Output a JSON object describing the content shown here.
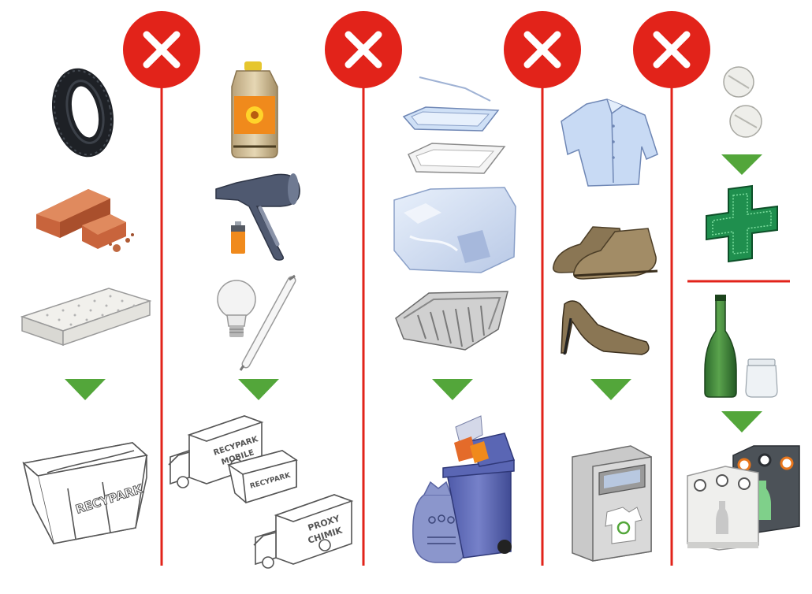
{
  "colors": {
    "divider_red": "#e2231a",
    "x_circle_red": "#e2231a",
    "arrow_green": "#53a63a",
    "pharmacy_green": "#1f8f4e",
    "outline_gray": "#555555"
  },
  "labels": {
    "recypark_container": "RECYPARK",
    "mobile_truck_line1": "RECYPARK",
    "mobile_truck_line2": "MOBILE",
    "small_container": "RECYPARK",
    "chem_truck_line1": "PROXY",
    "chem_truck_line2": "CHIMIK"
  },
  "columns": [
    {
      "id": "bulky",
      "items": [
        "tire-icon",
        "bricks-icon",
        "mattress-icon"
      ],
      "destination": "recypark-container"
    },
    {
      "id": "hazardous",
      "items": [
        "oil-bottle-icon",
        "hair-dryer-icon",
        "battery-icon",
        "light-bulb-icon",
        "fluorescent-tube-icon"
      ],
      "destination": "recypark-mobile-and-proxy-chimik"
    },
    {
      "id": "packaging",
      "items": [
        "plastic-tray-icon",
        "polystyrene-tray-icon",
        "plastic-film-icon",
        "plastic-basket-icon"
      ],
      "destination": "bin-and-bag"
    },
    {
      "id": "textiles",
      "items": [
        "shirt-icon",
        "shoes-icon",
        "high-heel-icon"
      ],
      "destination": "textile-container"
    },
    {
      "id": "medicine-glass",
      "items": [
        "pills-icon",
        "pharmacy-cross-icon",
        "glass-bottle-icon",
        "glass-jar-icon"
      ],
      "destination": "glass-containers"
    }
  ]
}
